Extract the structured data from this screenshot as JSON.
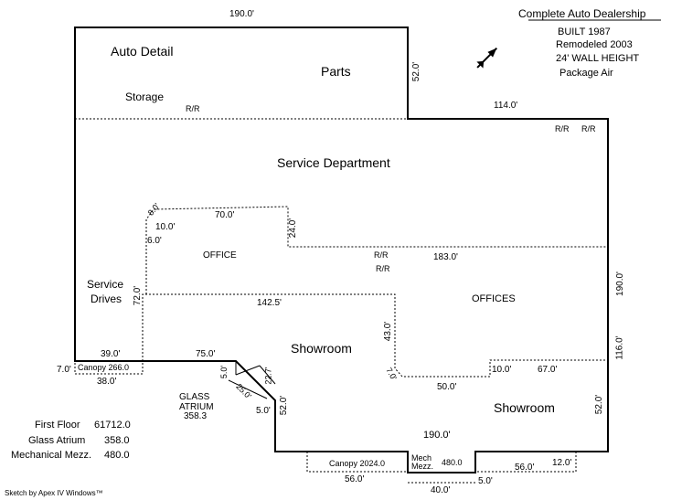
{
  "title_block": {
    "title": "Complete Auto Dealership",
    "built": "BUILT 1987",
    "remodeled": "Remodeled 2003",
    "wall_height": "24' WALL HEIGHT",
    "air": "Package Air"
  },
  "areas": {
    "auto_detail": "Auto Detail",
    "parts": "Parts",
    "storage": "Storage",
    "service_department": "Service Department",
    "office": "OFFICE",
    "offices": "OFFICES",
    "service_drives_line1": "Service",
    "service_drives_line2": "Drives",
    "showroom_1": "Showroom",
    "showroom_2": "Showroom",
    "glass_atrium_line1": "GLASS",
    "glass_atrium_line2": "ATRIUM",
    "glass_atrium_area": "358.3",
    "canopy_left": "Canopy 266.0",
    "canopy_bottom": "Canopy   2024.0",
    "mech_line1": "Mech",
    "mech_line2": "Mezz.",
    "mech_area": "480.0"
  },
  "restrooms": [
    "R/R",
    "R/R",
    "R/R",
    "R/R",
    "R/R"
  ],
  "dimensions": {
    "top": "190.0'",
    "right_upper": "52.0'",
    "step": "114.0'",
    "right_side": "190.0'",
    "right_low": "116.0'",
    "right_bottom": "52.0'",
    "bottom": "190.0'",
    "corridor": "183.0'",
    "office_top": "70.0'",
    "office_right": "24.0'",
    "office_small": "10.0'",
    "office_left": "6.0'",
    "diag_small": "8.0'",
    "service_drive": "72.0'",
    "showroom_top": "142.5'",
    "showroom_div": "43.0'",
    "diag_corner": "7.0'",
    "showroom_bottom": "50.0'",
    "step_10": "10.0'",
    "step_67": "67.0'",
    "left_39": "39.0'",
    "left_75": "75.0'",
    "canopy_7": "7.0'",
    "canopy_38": "38.0'",
    "atrium_5a": "5.0'",
    "atrium_227": "22.7'",
    "atrium_25": "25.0'",
    "atrium_5b": "5.0'",
    "atrium_52": "52.0'",
    "canopy_56a": "56.0'",
    "mech_40": "40.0'",
    "mech_5": "5.0'",
    "canopy_56b": "56.0'",
    "canopy_12": "12.0'"
  },
  "summary": [
    {
      "label": "First Floor",
      "value": "61712.0"
    },
    {
      "label": "Glass Atrium",
      "value": "358.0"
    },
    {
      "label": "Mechanical Mezz.",
      "value": "480.0"
    }
  ],
  "footer": "Sketch by Apex IV Windows™"
}
